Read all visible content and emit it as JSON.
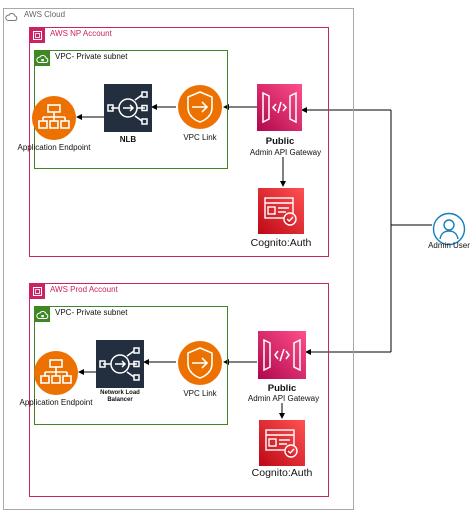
{
  "cloud": {
    "label": "AWS Cloud",
    "icon": "cloud-icon"
  },
  "np": {
    "account_label": "AWS NP Account",
    "vpc_label": "VPC- Private subnet",
    "endpoint_label": "Application Endpoint",
    "lb_label": "NLB",
    "vpc_link_label": "VPC Link",
    "gateway_title": "Public",
    "gateway_label": "Admin API Gateway",
    "cognito_label": "Cognito:Auth"
  },
  "prod": {
    "account_label": "AWS Prod Account",
    "vpc_label": "VPC- Private subnet",
    "endpoint_label": "Application Endpoint",
    "lb_label_line1": "Network Load",
    "lb_label_line2": "Balancer",
    "vpc_link_label": "VPC Link",
    "gateway_title": "Public",
    "gateway_label": "Admin API Gateway",
    "cognito_label": "Cognito:Auth"
  },
  "user": {
    "label": "Admin User",
    "icon": "user-icon"
  },
  "colors": {
    "account_border": "#cc2264",
    "vpc_border": "#3f8624",
    "endpoint_orange": "#ed7100",
    "gateway_pink": "#e7157b",
    "cognito_red": "#dd344c",
    "lb_dark": "#232f3e",
    "user_blue": "#147eba"
  }
}
